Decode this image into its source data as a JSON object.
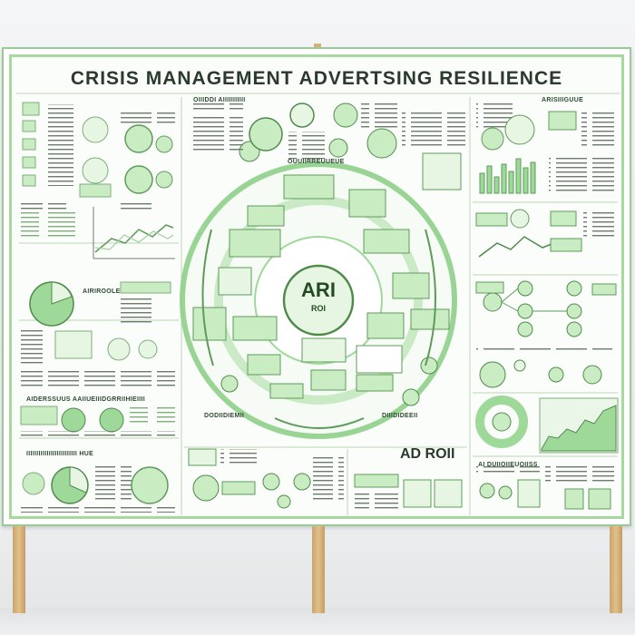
{
  "board": {
    "title": "CRISIS MANAGEMENT ADVERTSING RESILIENCE",
    "center_main": "ARI",
    "center_sub": "ROI",
    "ad_roi_label": "AD ROII",
    "labels": {
      "left_mid": "AIRIROOLE",
      "left_lower": "AIDERSSUUS AAIIUEIIIDGRRIIHIEIIII",
      "left_bottom": "IIIIIIIIIIIIIIIIIIIIIIIII HUE",
      "center_top": "OUUIIRREUUEUE",
      "center_bottom_left": "DODIIDIEMII",
      "center_bottom_right": "DIIIDIDEEII",
      "right_mid": "AI DUIIOIIEUOIISS",
      "top_center_left": "OIIIDDI AIIIIIIIIIII",
      "top_right": "ARISIIIGUUE"
    }
  },
  "colors": {
    "accent_green": "#8fd08a",
    "light_green": "#c9ecc3",
    "dark_text": "#2b3a2c"
  }
}
